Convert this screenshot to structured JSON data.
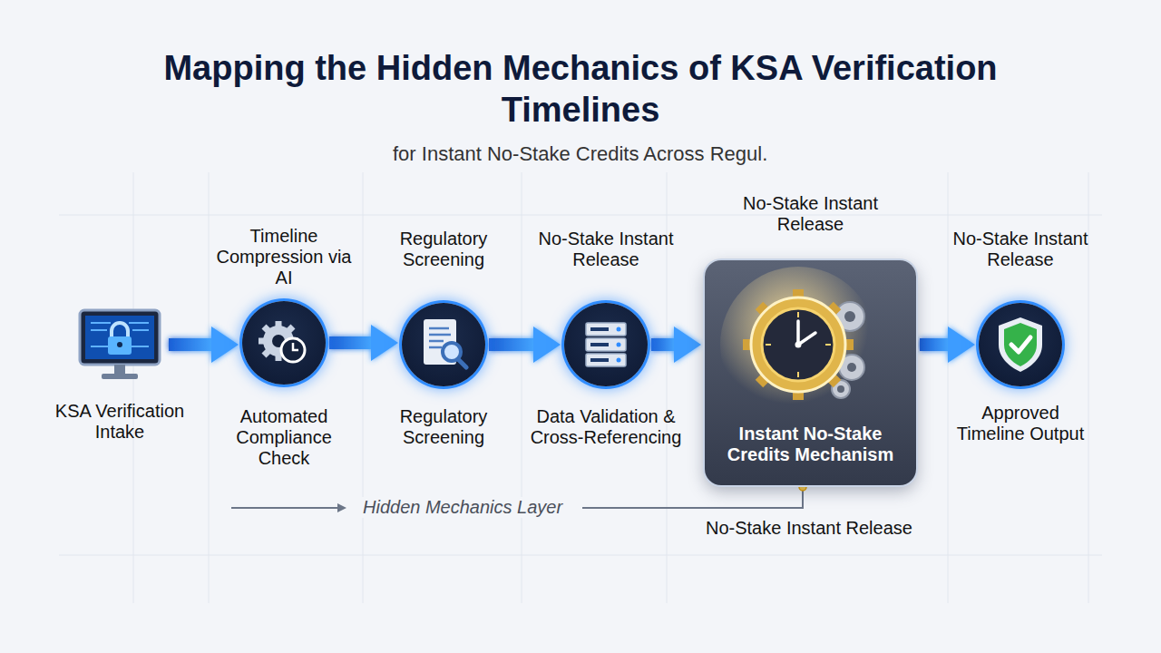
{
  "diagram": {
    "title": "Mapping the Hidden Mechanics of KSA Verification Timelines",
    "nodes": [
      {
        "text": [
          "KSA Verification Intake"
        ]
      },
      {
        "text": [
          "Timeline Compression via AI",
          "Automated Compliance Check"
        ]
      },
      {
        "text": [
          "Regulatory Screening",
          "Regulatory Screening"
        ]
      },
      {
        "text": [
          "No-Stake Instant Release",
          "Data Validation & Cross-Referencing"
        ]
      },
      {
        "text": [
          "No-Stake Instant Release",
          "Instant No-Stake Credits Mechanism"
        ]
      },
      {
        "text": [
          "No-Stake Instant Release",
          "Approved Timeline Output"
        ]
      }
    ],
    "edges": [
      {
        "from": 0,
        "to": 1,
        "arrow": "to"
      },
      {
        "from": 1,
        "to": 2,
        "arrow": "to"
      },
      {
        "from": 2,
        "to": 3,
        "arrow": "to"
      },
      {
        "from": 3,
        "to": 4,
        "arrow": "to"
      },
      {
        "from": 4,
        "to": 5,
        "arrow": "to"
      }
    ],
    "labels": [
      "for Instant No-Stake Credits Across Regul.",
      "Hidden Mechanics Layer",
      "No-Stake Instant Release"
    ]
  }
}
